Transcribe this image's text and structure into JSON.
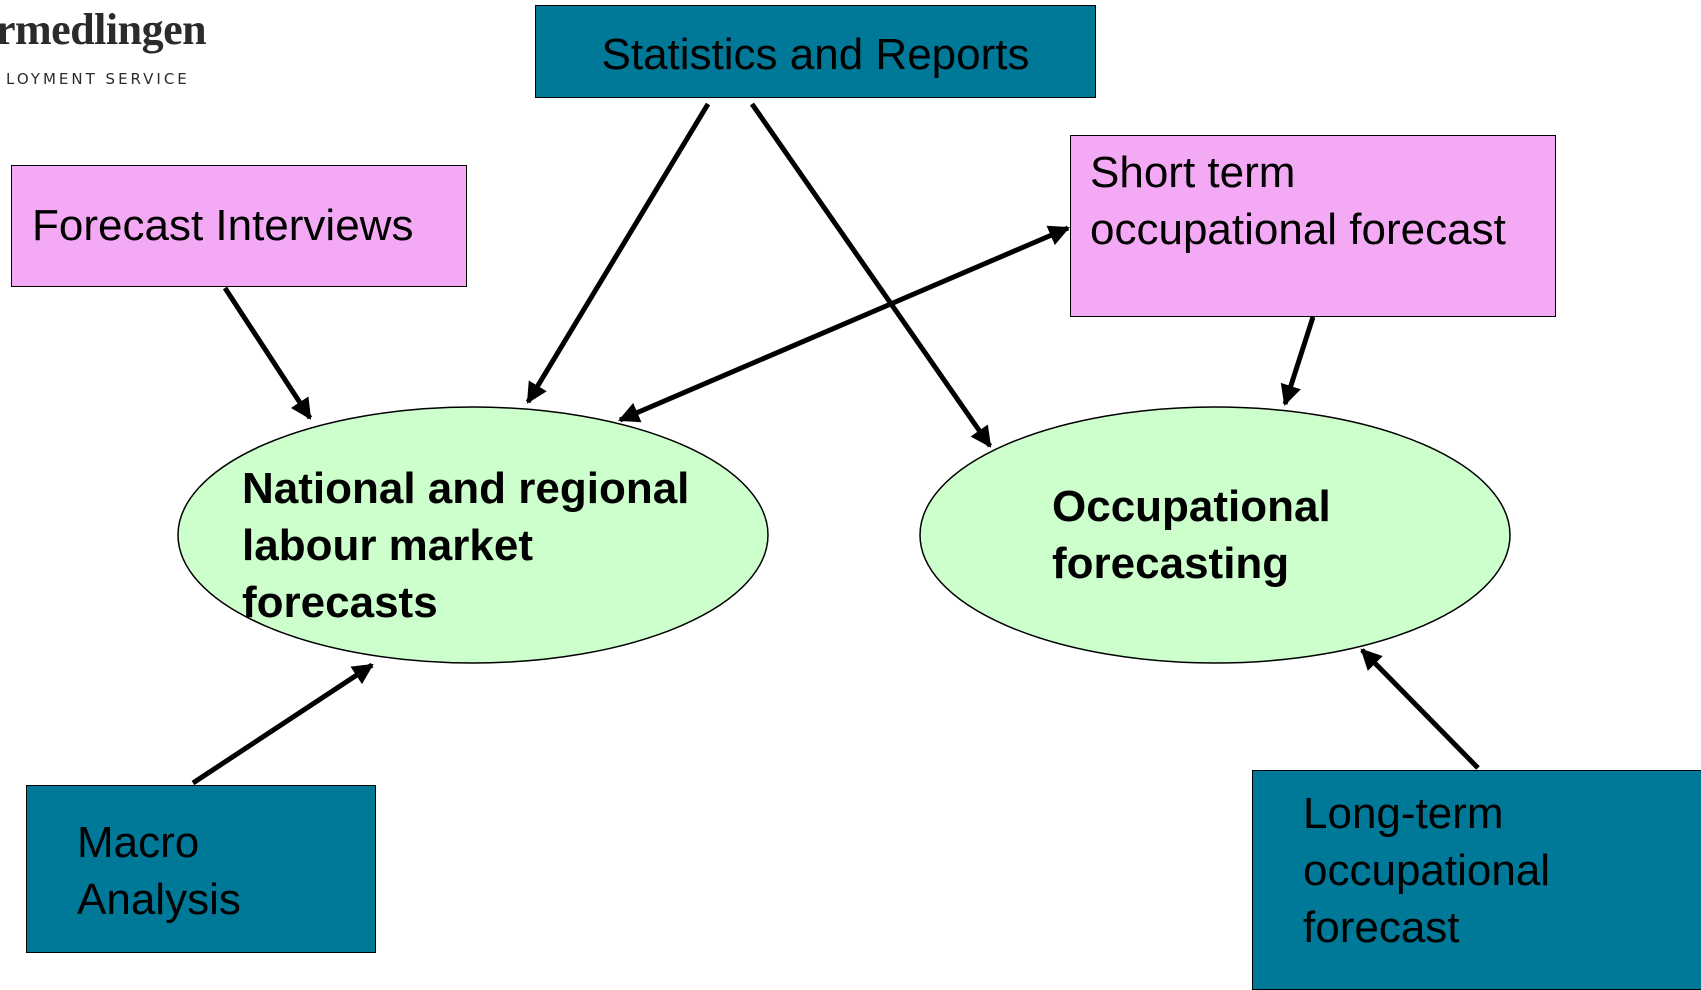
{
  "logo": {
    "name": "rmedlingen",
    "tagline": "LOYMENT SERVICE"
  },
  "nodes": {
    "statistics_reports": "Statistics and Reports",
    "forecast_interviews": "Forecast Interviews",
    "short_term": "Short term\noccupational forecast",
    "macro_analysis": "Macro\nAnalysis",
    "long_term": "Long-term\noccupational\nforecast",
    "national_regional": "National and regional\nlabour market\nforecasts",
    "occupational_forecasting": "Occupational\nforecasting"
  },
  "colors": {
    "teal": "#007898",
    "pink": "#f4a9f4",
    "ellipse_fill": "#ccffcc",
    "arrow": "#000000"
  }
}
